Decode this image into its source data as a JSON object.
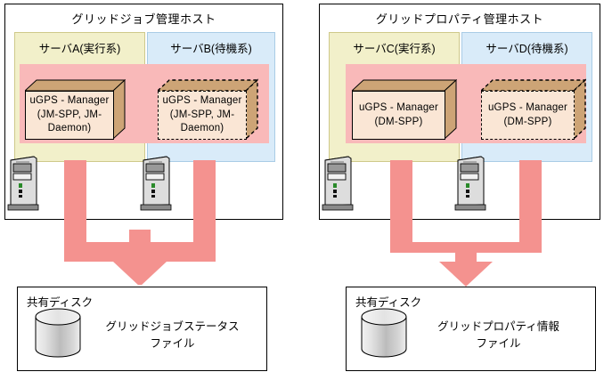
{
  "colors": {
    "active_panel": "#f2f0ca",
    "standby_panel": "#d9ebf9",
    "cluster_band": "#f9b9b9",
    "arrow": "#f4928f",
    "box_face": "#fae6d5",
    "box_side": "#cda476",
    "outline": "#000000"
  },
  "groups": [
    {
      "host_title": "グリッドジョブ管理ホスト",
      "servers": [
        {
          "label": "サーバA(実行系)",
          "role": "active"
        },
        {
          "label": "サーバB(待機系)",
          "role": "standby"
        }
      ],
      "components": [
        {
          "text": "uGPS - Manager\n(JM-SPP, JM-\nDaemon)",
          "style": "solid"
        },
        {
          "text": "uGPS - Manager\n(JM-SPP, JM-\nDaemon)",
          "style": "dashed"
        }
      ],
      "disk": {
        "title": "共有ディスク",
        "file_label": "グリッドジョブステータス\nファイル"
      }
    },
    {
      "host_title": "グリッドプロパティ管理ホスト",
      "servers": [
        {
          "label": "サーバC(実行系)",
          "role": "active"
        },
        {
          "label": "サーバD(待機系)",
          "role": "standby"
        }
      ],
      "components": [
        {
          "text": "uGPS - Manager\n(DM-SPP)",
          "style": "solid"
        },
        {
          "text": "uGPS - Manager\n(DM-SPP)",
          "style": "dashed"
        }
      ],
      "disk": {
        "title": "共有ディスク",
        "file_label": "グリッドプロパティ情報\nファイル"
      }
    }
  ]
}
